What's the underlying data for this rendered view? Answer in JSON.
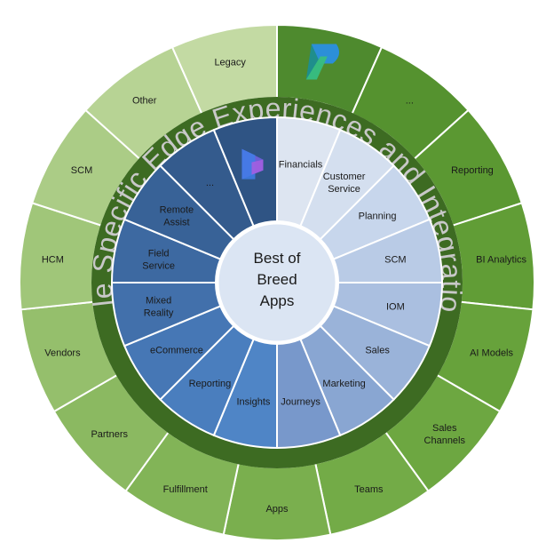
{
  "diagram": {
    "ring_title": "Role Specific Edge Experiences and Integrations",
    "center_title_lines": [
      "Best of",
      "Breed",
      "Apps"
    ],
    "inner_items": [
      {
        "lines": [
          "Financials"
        ],
        "color": "#dde5f1"
      },
      {
        "lines": [
          "Customer",
          "Service"
        ],
        "color": "#d4dfef"
      },
      {
        "lines": [
          "Planning"
        ],
        "color": "#c7d6ec"
      },
      {
        "lines": [
          "SCM"
        ],
        "color": "#b9cbe6"
      },
      {
        "lines": [
          "IOM"
        ],
        "color": "#aabfe0"
      },
      {
        "lines": [
          "Sales"
        ],
        "color": "#9ab3d9"
      },
      {
        "lines": [
          "Marketing"
        ],
        "color": "#89a6d2"
      },
      {
        "lines": [
          "Journeys"
        ],
        "color": "#7898cb"
      },
      {
        "lines": [
          "Insights"
        ],
        "color": "#4f85c6"
      },
      {
        "lines": [
          "Reporting"
        ],
        "color": "#4a7ebe"
      },
      {
        "lines": [
          "eCommerce"
        ],
        "color": "#4677b5"
      },
      {
        "lines": [
          "Mixed",
          "Reality"
        ],
        "color": "#4270ab"
      },
      {
        "lines": [
          "Field",
          "Service"
        ],
        "color": "#3d69a1"
      },
      {
        "lines": [
          "Remote",
          "Assist"
        ],
        "color": "#386297"
      },
      {
        "lines": [
          "..."
        ],
        "color": "#345b8d"
      },
      {
        "lines": [
          ""
        ],
        "color": "#2f5484",
        "icon": "dynamics-logo-icon"
      }
    ],
    "outer_items": [
      {
        "lines": [
          ""
        ],
        "color": "#4e8a2e",
        "icon": "power-platform-logo-icon"
      },
      {
        "lines": [
          "..."
        ],
        "color": "#55922f"
      },
      {
        "lines": [
          "Reporting"
        ],
        "color": "#5b9832"
      },
      {
        "lines": [
          "BI Analytics"
        ],
        "color": "#619d36"
      },
      {
        "lines": [
          "AI Models"
        ],
        "color": "#67a23b"
      },
      {
        "lines": [
          "Sales",
          "Channels"
        ],
        "color": "#6da741"
      },
      {
        "lines": [
          "Teams"
        ],
        "color": "#73ab47"
      },
      {
        "lines": [
          "Apps"
        ],
        "color": "#7aaf4e"
      },
      {
        "lines": [
          "Fulfillment"
        ],
        "color": "#82b457"
      },
      {
        "lines": [
          "Partners"
        ],
        "color": "#8bb961"
      },
      {
        "lines": [
          "Vendors"
        ],
        "color": "#95bf6c"
      },
      {
        "lines": [
          "HCM"
        ],
        "color": "#a0c679"
      },
      {
        "lines": [
          "SCM"
        ],
        "color": "#abcc86"
      },
      {
        "lines": [
          "Other"
        ],
        "color": "#b7d394"
      },
      {
        "lines": [
          "Legacy"
        ],
        "color": "#c3daa3"
      }
    ],
    "colors": {
      "ring": "#3d6b22",
      "ring_title": "#c8c8c8",
      "center_fill": "#dbe5f3",
      "center_stroke": "#ffffff",
      "separator": "#ffffff"
    }
  }
}
